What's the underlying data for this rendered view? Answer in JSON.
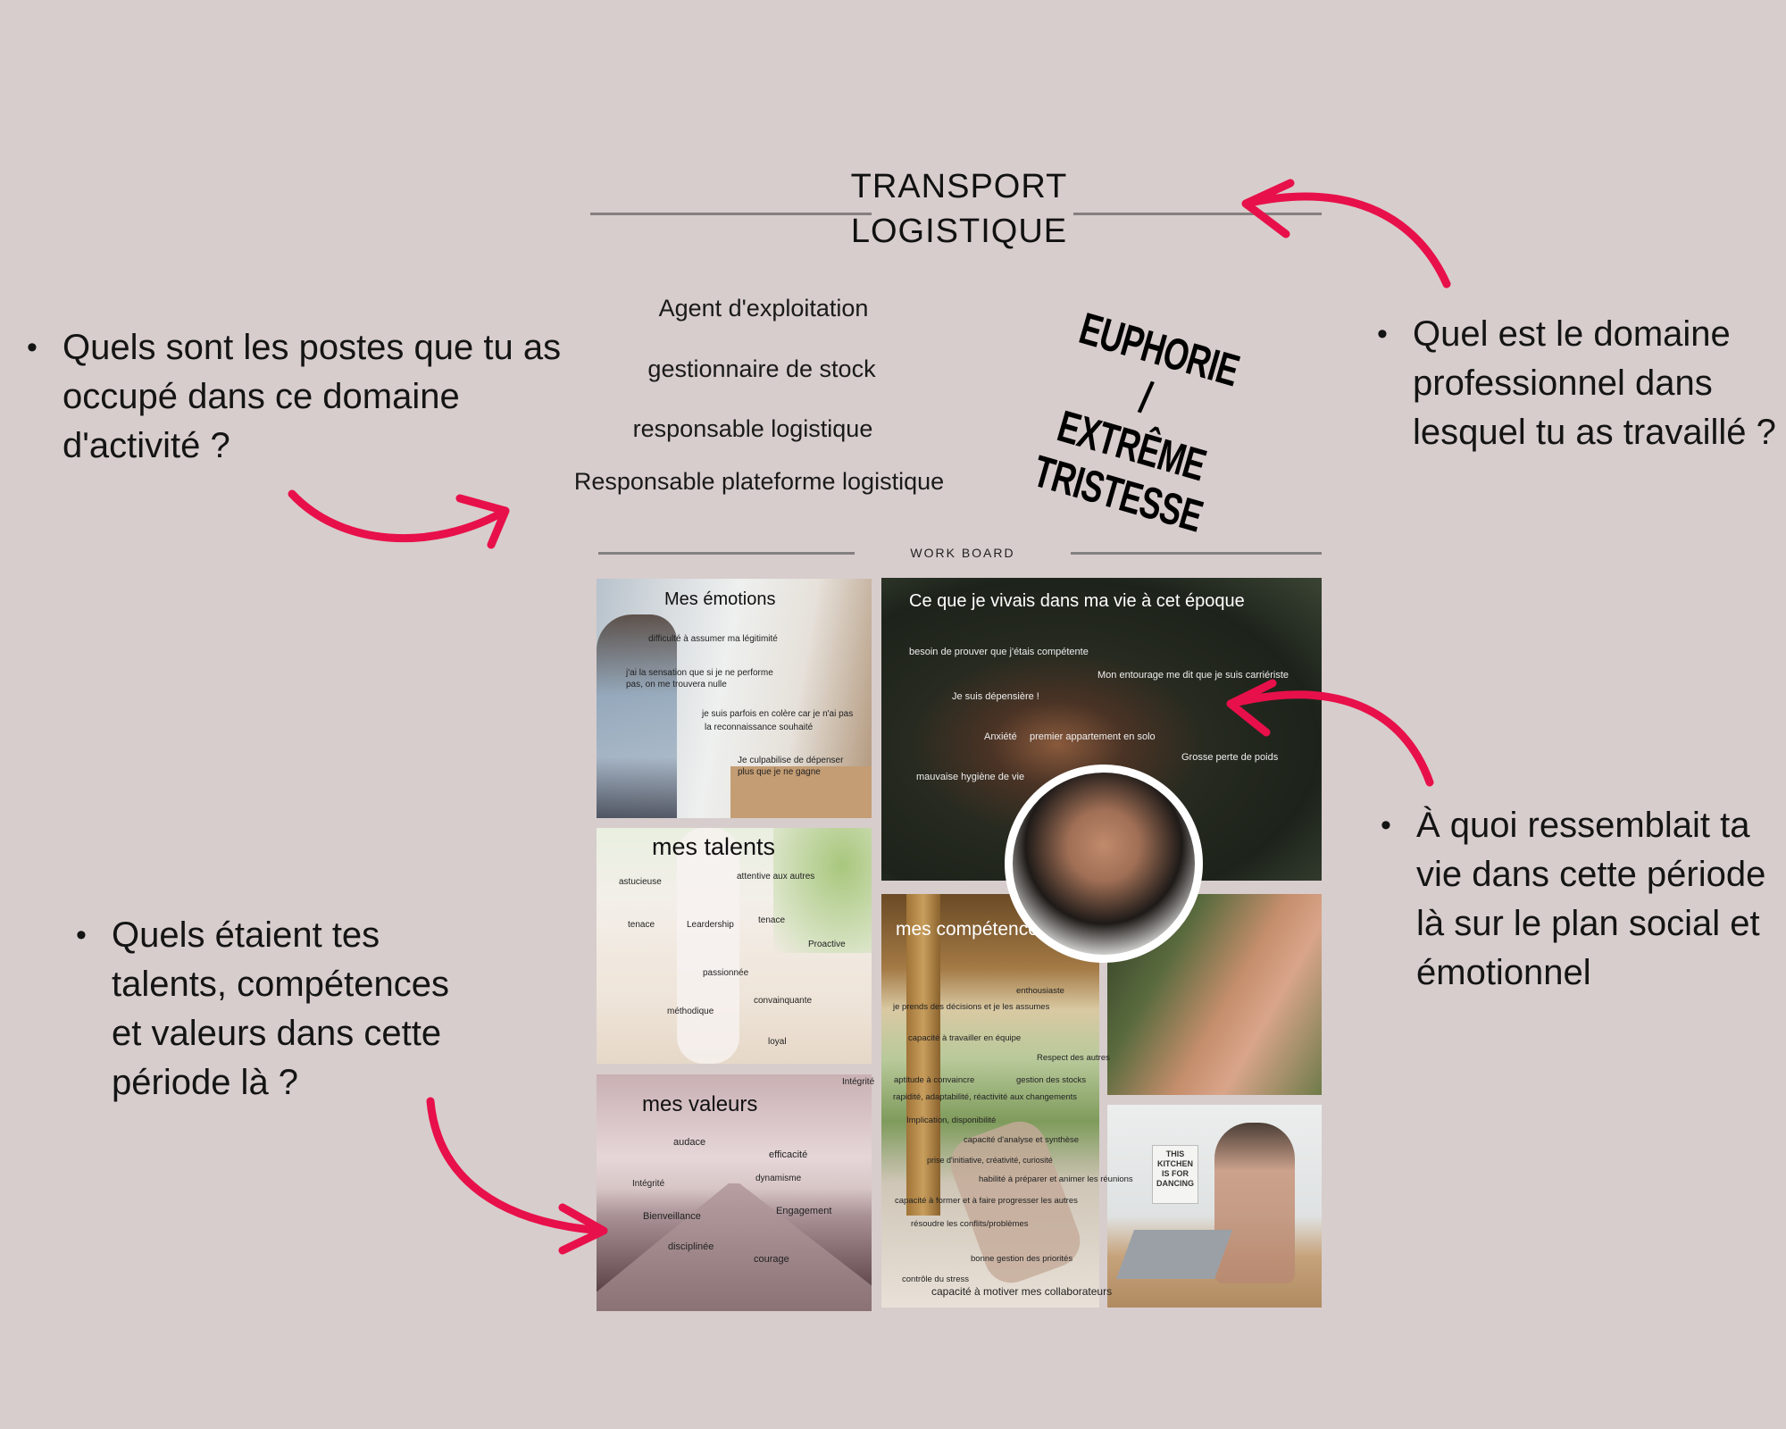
{
  "header": {
    "title_line1": "TRANSPORT",
    "title_line2": "LOGISTIQUE"
  },
  "jobs": [
    "Agent d'exploitation",
    "gestionnaire de stock",
    "responsable logistique",
    "Responsable plateforme logistique"
  ],
  "mood": {
    "line1": "EUPHORIE",
    "separator": "/",
    "line2": "EXTRÊME TRISTESSE"
  },
  "questions": {
    "postes": "Quels sont les postes que tu as occupé dans ce domaine d'activité ?",
    "domaine": "Quel est le domaine professionnel dans lesquel tu as travaillé ?",
    "vie": "À quoi ressemblait ta vie dans cette période là  sur le plan social et émotionnel",
    "talents": "Quels étaient tes talents, compétences et valeurs dans cette période là ?",
    "bullet": "•"
  },
  "work_board_label": "WORK BOARD",
  "emotions": {
    "title": "Mes émotions",
    "items": [
      "difficulté à assumer ma légitimité",
      "j'ai la sensation que si je ne performe",
      "pas, on me trouvera nulle",
      "je suis parfois en colère car je n'ai pas",
      "la reconnaissance souhaité",
      "Je culpabilise de dépenser",
      "plus que je ne gagne"
    ]
  },
  "vie": {
    "title": "Ce que je vivais dans ma vie à cet époque",
    "items": [
      "besoin de prouver que j'étais compétente",
      "Mon entourage me dit que je suis carriériste",
      "Je suis dépensière !",
      "Anxiété",
      "premier appartement en solo",
      "Grosse perte de poids",
      "mauvaise hygiène de vie"
    ]
  },
  "talents": {
    "title": "mes talents",
    "items": [
      "astucieuse",
      "attentive aux autres",
      "tenace",
      "Leardership",
      "tenace",
      "Proactive",
      "passionnée",
      "convainquante",
      "méthodique",
      "loyal"
    ]
  },
  "valeurs": {
    "title": "mes valeurs",
    "items": [
      "Intégrité",
      "audace",
      "efficacité",
      "dynamisme",
      "Intégrité",
      "Bienveillance",
      "Engagement",
      "disciplinée",
      "courage"
    ]
  },
  "competences": {
    "title": "mes compétences",
    "items": [
      "enthousiaste",
      "je prends des décisions et je les assumes",
      "capacité à travailler en équipe",
      "Respect des autres",
      "aptitude à convaincre",
      "gestion des stocks",
      "rapidité, adaptabilité, réactivité aux changements",
      "Implication, disponibilité",
      "capacité d'analyse et synthèse",
      "prise d'initiative, créativité, curiosité",
      "habilité à préparer et animer les réunions",
      "capacité à former et à faire progresser les autres",
      "résoudre les conflits/problèmes",
      "bonne gestion des priorités",
      "contrôle du stress",
      "capacité à motiver mes collaborateurs"
    ]
  },
  "kitchen_sign": "THIS KITCHEN IS FOR DANCING",
  "colors": {
    "background": "#d7cdcc",
    "arrow": "#e8104a",
    "rule": "#858080"
  }
}
